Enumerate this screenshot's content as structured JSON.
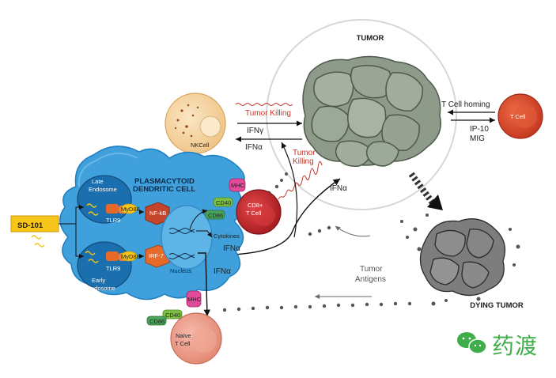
{
  "title": "TUMOR",
  "drug": "SD-101",
  "dendritic_cell": {
    "line1": "PLASMACYTOID",
    "line2": "DENDRITIC CELL",
    "late_endosome": [
      "Late",
      "Endosome"
    ],
    "early_endosome": [
      "Early",
      "Endosome"
    ],
    "tlr9": "TLR9",
    "myd88": "MyD88",
    "nfkb": "NF-kB",
    "irf7": "IRF-7",
    "nucleus": "Nucleus"
  },
  "nk_cell": "NKCell",
  "cd8": {
    "line1": "CD8+",
    "line2": "T Cell",
    "cd40": "CD40",
    "cd86": "CD86",
    "mhc": "MHC"
  },
  "naive": {
    "line1": "Naïve",
    "line2": "T Cell",
    "cd40": "CD40",
    "cd86": "CD86",
    "mhc": "MHC"
  },
  "t_cell": "T Cell",
  "labels": {
    "tumor_killing_top": "Tumor Killing",
    "ifng": "IFNγ",
    "ifna_nk": "IFNα",
    "tumor_killing_mid_1": "Tumor",
    "tumor_killing_mid_2": "Killing",
    "ifna_tumor": "IFNα",
    "cytokines": "Cytokines",
    "ifna_cd8": "IFNα",
    "ifna_naive": "IFNα",
    "t_cell_homing": "T Cell homing",
    "ip10": "IP-10",
    "mig": "MIG",
    "tumor_antigens_1": "Tumor",
    "tumor_antigens_2": "Antigens",
    "dying_tumor": "DYING TUMOR"
  },
  "watermark": "药渡",
  "colors": {
    "dc_blue": "#3fa0dc",
    "dc_dark": "#1d7fc0",
    "tumor_gray": "#8e9a8a",
    "cd8_red": "#c62a2e",
    "t_cell_red": "#d9452c",
    "nk_peach": "#f6d6a6",
    "naive_pink": "#ef9a8a",
    "sd101_yellow": "#f7c51a",
    "tlr_orange": "#e86a2b",
    "cd40_green": "#7cc043",
    "mhc_pink": "#e24a9a",
    "watermark_green": "#3fae49"
  }
}
